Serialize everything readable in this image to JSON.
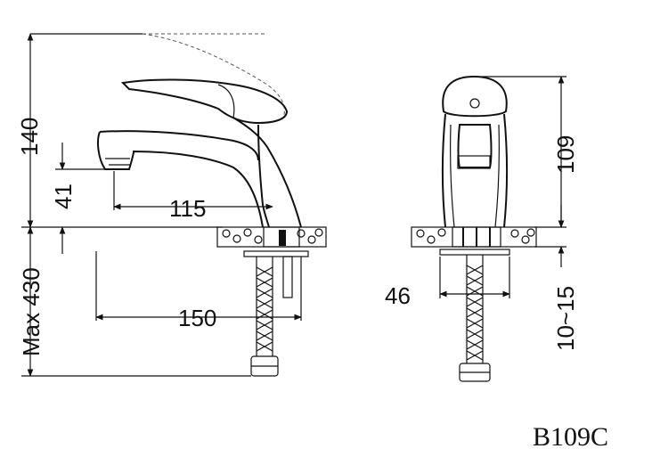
{
  "dimensions": {
    "height_total": "140",
    "spout_height": "41",
    "spout_reach": "115",
    "hose_length": "Max 430",
    "base_to_hose": "150",
    "body_height": "109",
    "base_width": "46",
    "mount_thickness": "10~15"
  },
  "model": "B109C"
}
